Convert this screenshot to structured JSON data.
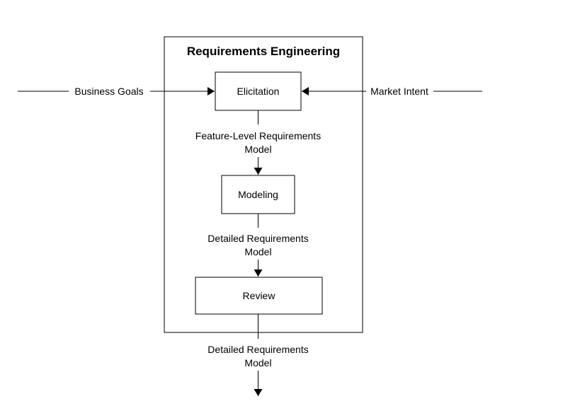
{
  "diagram": {
    "title": "Requirements Engineering",
    "nodes": {
      "elicitation": "Elicitation",
      "modeling": "Modeling",
      "review": "Review"
    },
    "inputs": {
      "business_goals": "Business Goals",
      "market_intent": "Market Intent"
    },
    "edges": {
      "feature_level": {
        "line1": "Feature-Level Requirements",
        "line2": "Model"
      },
      "detailed": {
        "line1": "Detailed Requirements",
        "line2": "Model"
      },
      "output": {
        "line1": "Detailed Requirements",
        "line2": "Model"
      }
    }
  }
}
